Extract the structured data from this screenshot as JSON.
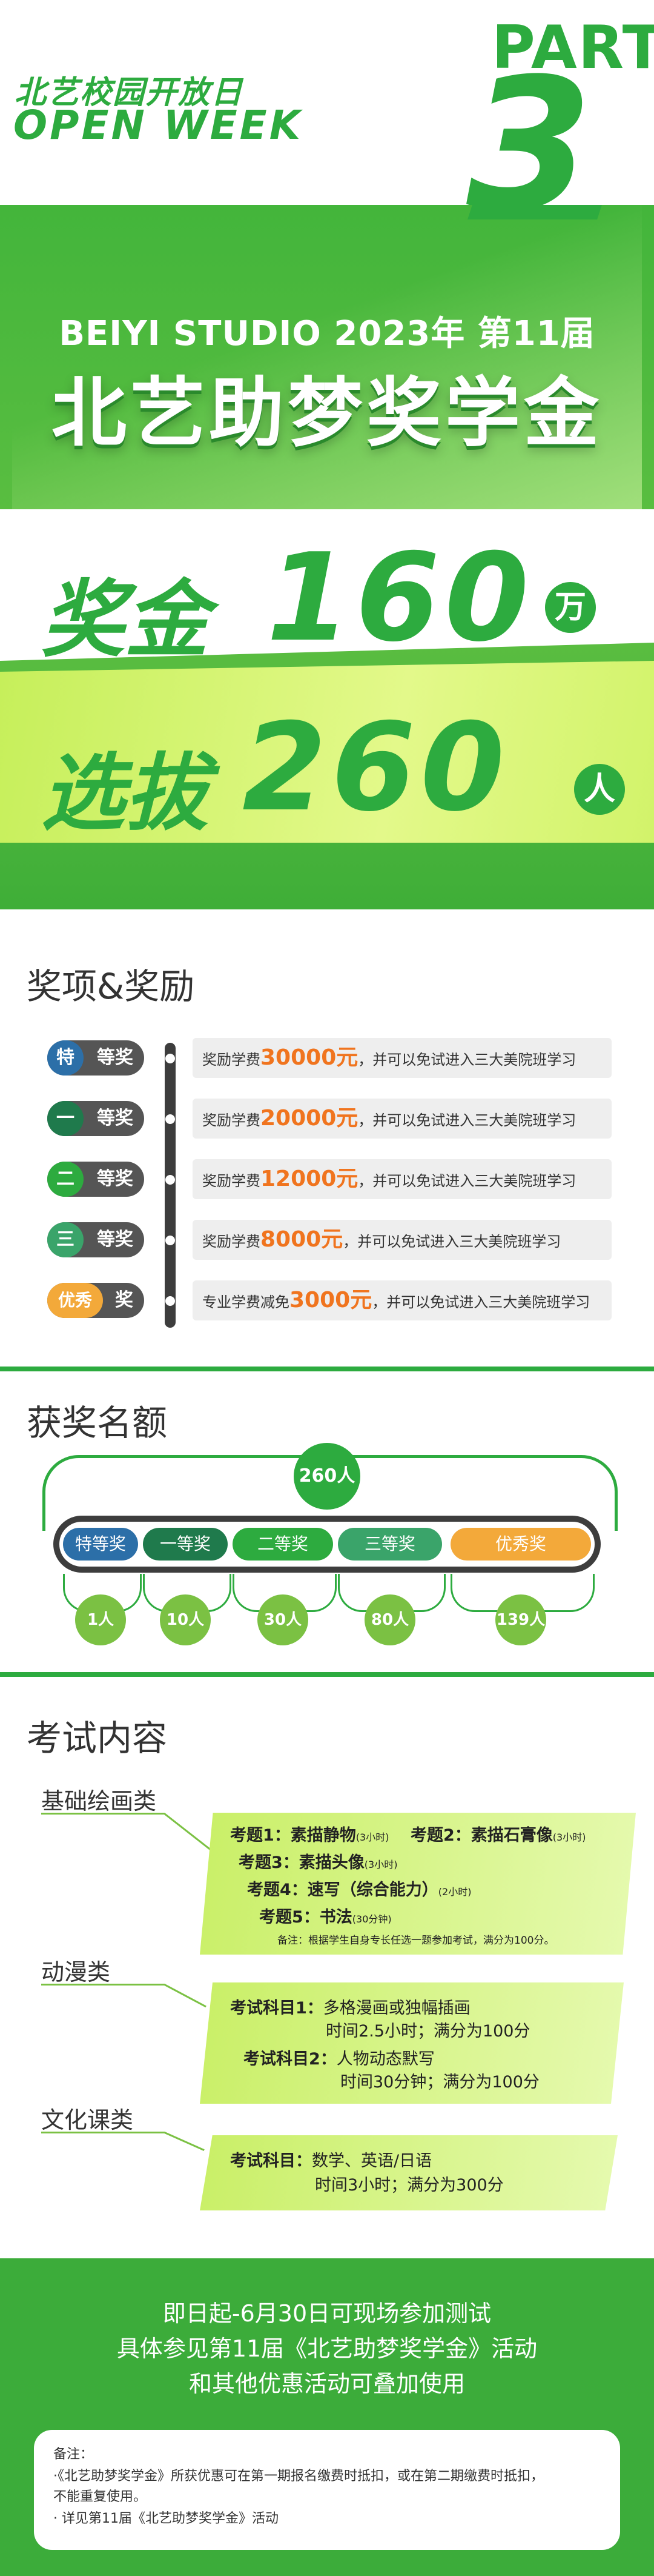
{
  "header": {
    "logo_cn": "北艺校园开放日",
    "logo_en": "OPEN   WEEK",
    "part_label": "PART",
    "part_number": "3"
  },
  "hero": {
    "subtitle": "BEIYI STUDIO   2023年   第11届",
    "title": "北艺助梦奖学金",
    "prize_label": "奖金",
    "prize_amount": "160",
    "prize_unit": "万",
    "select_label": "选拔",
    "select_count": "260",
    "select_unit": "人"
  },
  "awards": {
    "title": "奖项&奖励",
    "items": [
      {
        "badge": "特",
        "name": "等奖",
        "badge_color": "#2c6fa8",
        "prefix": "奖励学费",
        "amount": "30000元",
        "suffix": "，并可以免试进入三大美院班学习"
      },
      {
        "badge": "一",
        "name": "等奖",
        "badge_color": "#1f7a4c",
        "prefix": "奖励学费",
        "amount": "20000元",
        "suffix": "，并可以免试进入三大美院班学习"
      },
      {
        "badge": "二",
        "name": "等奖",
        "badge_color": "#2dab3f",
        "prefix": "奖励学费",
        "amount": "12000元",
        "suffix": "，并可以免试进入三大美院班学习"
      },
      {
        "badge": "三",
        "name": "等奖",
        "badge_color": "#3aa46a",
        "prefix": "奖励学费",
        "amount": "8000元",
        "suffix": "，并可以免试进入三大美院班学习"
      },
      {
        "badge": "优秀",
        "name": "奖",
        "badge_color": "#f3a93a",
        "prefix": "专业学费减免",
        "amount": "3000元",
        "suffix": "，并可以免试进入三大美院班学习"
      }
    ]
  },
  "counts": {
    "title": "获奖名额",
    "total": "260人",
    "tags": [
      {
        "label": "特等奖",
        "color": "#2c6fa8",
        "count": "1人"
      },
      {
        "label": "一等奖",
        "color": "#1f7a4c",
        "count": "10人"
      },
      {
        "label": "二等奖",
        "color": "#2dab3f",
        "count": "30人"
      },
      {
        "label": "三等奖",
        "color": "#3aa46a",
        "count": "80人"
      },
      {
        "label": "优秀奖",
        "color": "#f3a93a",
        "count": "139人"
      }
    ]
  },
  "exam": {
    "title": "考试内容",
    "basic": {
      "category": "基础绘画类",
      "q1_label": "考题1：",
      "q1_text": "素描静物",
      "q1_time": "(3小时)",
      "q2_label": "考题2：",
      "q2_text": "素描石膏像",
      "q2_time": "(3小时)",
      "q3_label": "考题3：",
      "q3_text": "素描头像",
      "q3_time": "(3小时)",
      "q4_label": "考题4：",
      "q4_text": "速写（综合能力）",
      "q4_time": "(2小时)",
      "q5_label": "考题5：",
      "q5_text": "书法",
      "q5_time": "(30分钟)",
      "note": "备注：根据学生自身专长任选一题参加考试，满分为100分。"
    },
    "anime": {
      "category": "动漫类",
      "s1_label": "考试科目1：",
      "s1_text": "多格漫画或独幅插画",
      "s1_detail": "时间2.5小时；满分为100分",
      "s2_label": "考试科目2：",
      "s2_text": "人物动态默写",
      "s2_detail": "时间30分钟；满分为100分"
    },
    "culture": {
      "category": "文化课类",
      "label": "考试科目：",
      "text": "数学、英语/日语",
      "detail": "时间3小时；满分为300分"
    }
  },
  "footer": {
    "line1": "即日起-6月30日可现场参加测试",
    "line2": "具体参见第11届《北艺助梦奖学金》活动",
    "line3": "和其他优惠活动可叠加使用",
    "note_title": "备注：",
    "note1": "·《北艺助梦奖学金》所获优惠可在第一期报名缴费时抵扣，或在第二期缴费时抵扣，",
    "note1b": "不能重复使用。",
    "note2": "· 详见第11届《北艺助梦奖学金》活动"
  }
}
